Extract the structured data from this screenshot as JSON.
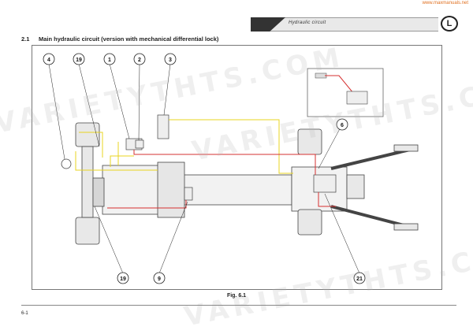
{
  "header": {
    "url": "www.maxmanuals.net",
    "title": "Hydraulic circuit",
    "logo_letter": "L"
  },
  "section": {
    "number": "2.1",
    "title": "Main hydraulic circuit (version with mechanical differential lock)"
  },
  "figure": {
    "caption": "Fig. 6.1",
    "callouts_top": [
      "4",
      "19",
      "1",
      "2",
      "3"
    ],
    "callouts_right": [
      "6"
    ],
    "callouts_bottom": [
      "19",
      "9",
      "21"
    ]
  },
  "footer": {
    "page_number": "6-1"
  },
  "watermark": {
    "text_1": "VARIETYTHTS.COM",
    "text_2": "VARIETYTHTS.COM",
    "text_3": "VARIETYTHTS.COM"
  },
  "colors": {
    "hydraulic_yellow": "#e8d420",
    "hydraulic_red": "#d63030"
  }
}
